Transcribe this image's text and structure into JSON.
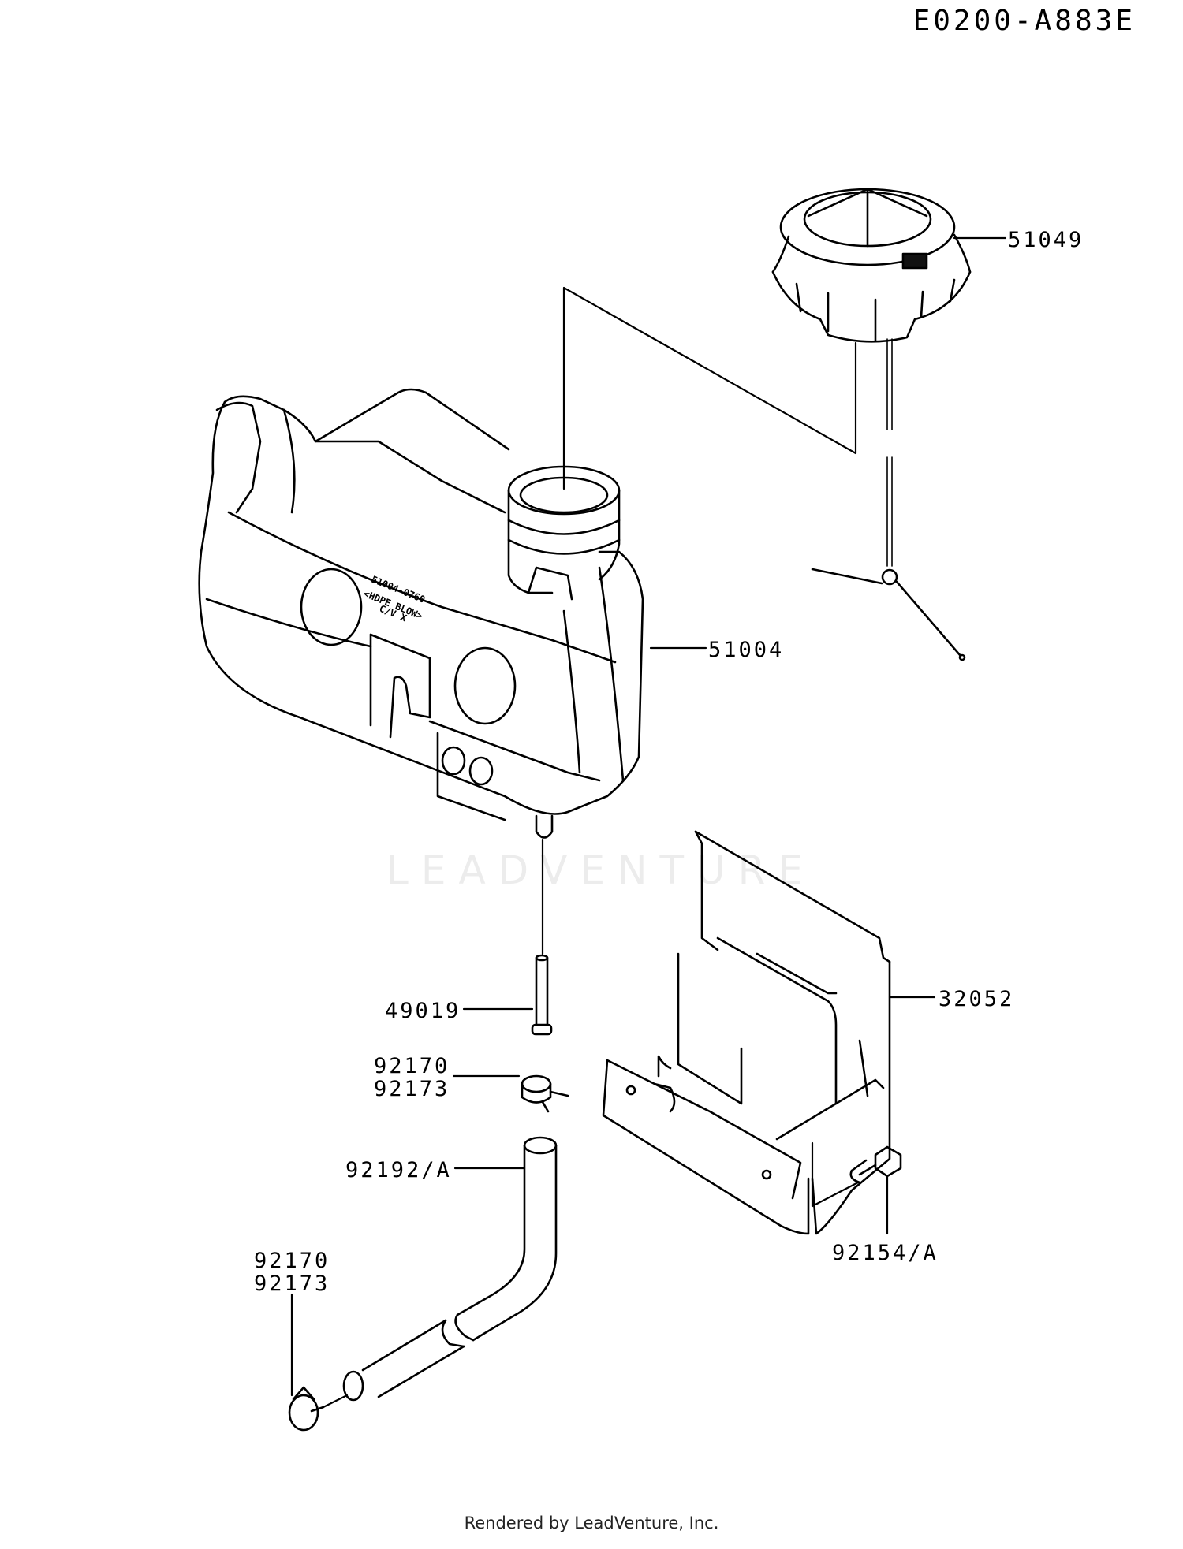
{
  "diagram_code": "E0200-A883E",
  "watermark": "LEADVENTURE",
  "footer": "Rendered by LeadVenture, Inc.",
  "tank_molding": {
    "line1": "51004-0760",
    "line2": "<HDPE BLOW>",
    "line3": "C/V X"
  },
  "parts": [
    {
      "id": "cap",
      "lines": [
        "51049"
      ]
    },
    {
      "id": "tank",
      "lines": [
        "51004"
      ]
    },
    {
      "id": "bracket",
      "lines": [
        "32052"
      ]
    },
    {
      "id": "joint",
      "lines": [
        "49019"
      ]
    },
    {
      "id": "clamp-upper",
      "lines": [
        "92170",
        "92173"
      ]
    },
    {
      "id": "hose",
      "lines": [
        "92192/A"
      ]
    },
    {
      "id": "clamp-lower",
      "lines": [
        "92170",
        "92173"
      ]
    },
    {
      "id": "bolt",
      "lines": [
        "92154/A"
      ]
    }
  ]
}
